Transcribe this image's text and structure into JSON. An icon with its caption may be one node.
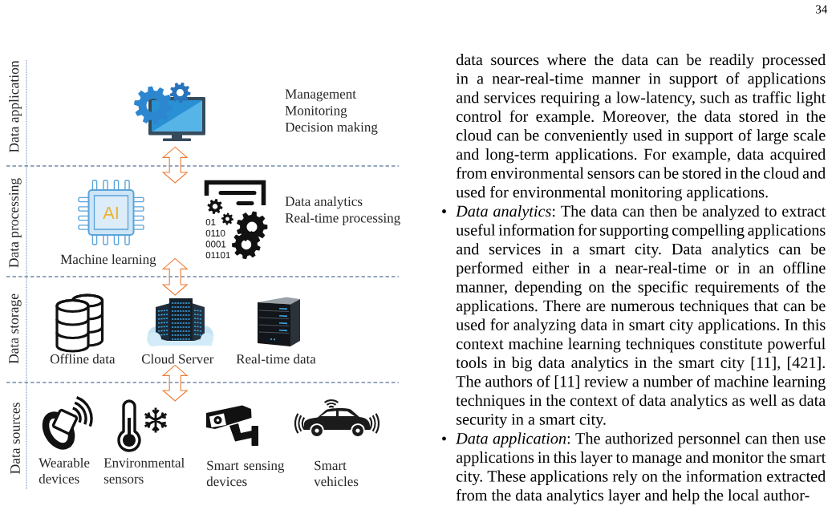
{
  "diagram": {
    "nodes": [
      {
        "text": [
          "Data application"
        ]
      },
      {
        "text": [],
        "shape": "picture",
        "in": 0,
        "beside": [
          "Management",
          "Monitoring",
          "Decision making"
        ]
      },
      {
        "text": [
          "Data processing"
        ]
      },
      {
        "text": [
          "AI"
        ],
        "in": 2,
        "beside": [
          "Machine learning"
        ]
      },
      {
        "text": [
          "01 0110 0001 01101"
        ],
        "in": 2,
        "beside": [
          "Data analytics",
          "Real-time processing"
        ]
      },
      {
        "text": [
          "Data storage"
        ]
      },
      {
        "text": [],
        "shape": "picture",
        "in": 5,
        "beside": [
          "Offline data"
        ]
      },
      {
        "text": [],
        "shape": "picture",
        "in": 5,
        "beside": [
          "Cloud Server"
        ]
      },
      {
        "text": [],
        "shape": "picture",
        "in": 5,
        "beside": [
          "Real-time data"
        ]
      },
      {
        "text": [
          "Data sources"
        ]
      },
      {
        "text": [],
        "shape": "picture",
        "in": 9,
        "beside": [
          "Wearable devices"
        ]
      },
      {
        "text": [],
        "shape": "picture",
        "in": 9,
        "beside": [
          "Environmental sensors"
        ]
      },
      {
        "text": [],
        "shape": "picture",
        "in": 9,
        "beside": [
          "Smart sensing devices"
        ]
      },
      {
        "text": [],
        "shape": "picture",
        "in": 9,
        "beside": [
          "Smart vehicles"
        ]
      }
    ],
    "edges": [
      {
        "from": 0,
        "to": 2,
        "arrow": "both"
      },
      {
        "from": 2,
        "to": 5,
        "arrow": "both"
      },
      {
        "from": 5,
        "to": 9,
        "arrow": "both"
      }
    ],
    "labels": [
      "34",
      "data sources where the data can be readily processed in a near-real-time manner in support of applications and services requiring a low-latency, such as traffic light control for example. Moreover, the data stored in the cloud can be conveniently used in support of large scale and long-term applications. For example, data acquired from environmental sensors can be stored in the cloud and used for environmental monitoring applications.",
      "*Data analytics*: The data can then be analyzed to extract useful information for supporting compelling applications and services in a smart city. Data analytics can be performed either in a near-real-time or in an offline manner, depending on the specific requirements of the applications. There are numerous techniques that can be used for analyzing data in smart city applications. In this context machine learning techniques constitute powerful tools in big data analytics in the smart city [11], [421]. The authors of [11] review a number of machine learning techniques in the context of data analytics as well as data security in a smart city.",
      "*Data application*: The authorized personnel can then use applications in this layer to manage and monitor the smart city. These applications rely on the information extracted from the data analytics layer and help the local author-"
    ]
  }
}
